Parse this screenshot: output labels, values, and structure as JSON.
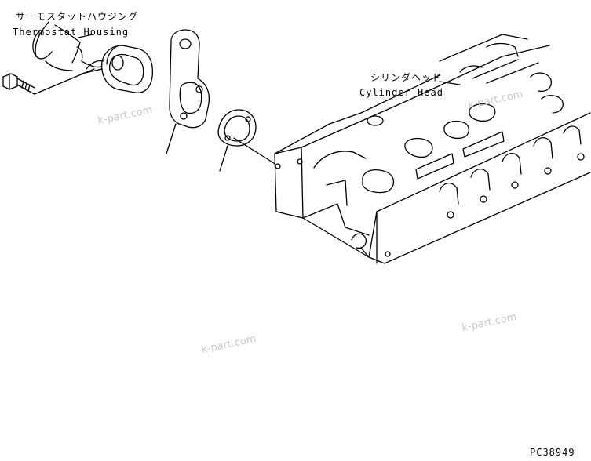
{
  "labels": {
    "thermostat_housing_jp": "サーモスタットハウジング",
    "thermostat_housing_en": "Thermostat Housing",
    "cylinder_head_jp": "シリンダヘッド",
    "cylinder_head_en": "Cylinder Head",
    "part_code": "PC38949"
  },
  "watermark": "k-part.com",
  "colors": {
    "line": "#000000",
    "background": "#ffffff",
    "watermark": "#c9c9c9"
  }
}
